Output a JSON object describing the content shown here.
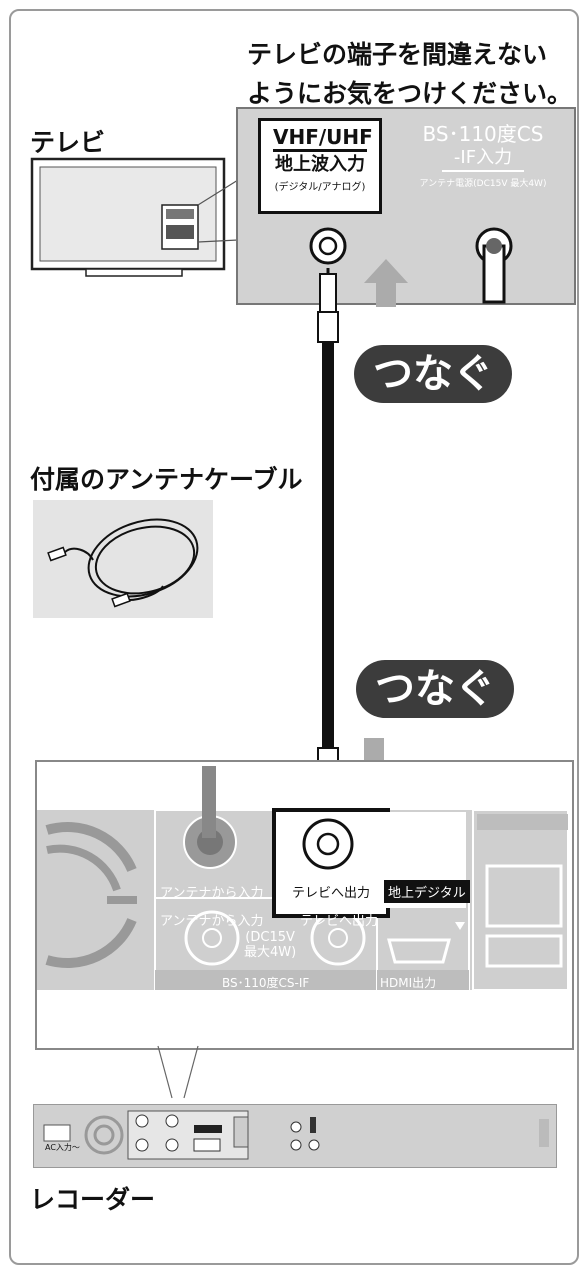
{
  "instruction": {
    "line1": "テレビの端子を間違えない",
    "line2": "ようにお気をつけください。"
  },
  "tv": {
    "label": "テレビ",
    "port_vhf_title": "VHF/UHF",
    "port_vhf_sub": "地上波入力",
    "port_vhf_note": "(デジタル/アナログ)",
    "port_bs_title": "BS･110度CS",
    "port_bs_sub": "-IF入力",
    "port_bs_note": "アンテナ電源(DC15V 最大4W)"
  },
  "connect_pill_top": "つなぐ",
  "connect_pill_bottom": "つなぐ",
  "cable": {
    "label": "付属のアンテナケーブル"
  },
  "recorder": {
    "label": "レコーダー",
    "upper_in": "アンテナから入力",
    "upper_out": "テレビへ出力",
    "upper_badge": "地上デジタル",
    "lower_in": "アンテナから入力",
    "lower_out": "テレビへ出力",
    "lower_power": "(DC15V 最大4W)",
    "lower_power_l1": "(DC15V",
    "lower_power_l2": "最大4W)",
    "bs_label": "BS･110度CS-IF",
    "hdmi_label": "HDMI出力",
    "ac_label": "AC入力～"
  },
  "colors": {
    "panel_gray": "#cdcdcd",
    "callout_bg": "#dcdcdc",
    "dark": "#3c3c3c",
    "arrow": "#a9a9a9"
  }
}
